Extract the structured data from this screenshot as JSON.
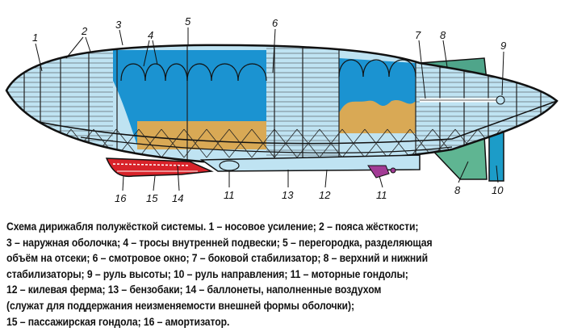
{
  "diagram": {
    "title": "Airship of semi-rigid system",
    "labels": [
      "1",
      "2",
      "3",
      "4",
      "5",
      "6",
      "7",
      "8",
      "9",
      "16",
      "15",
      "14",
      "11",
      "13",
      "12",
      "11",
      "8",
      "10"
    ],
    "colors": {
      "hull": "#bfe3f2",
      "gas_cells": "#1b93d1",
      "ballonets": "#d9a955",
      "stabilizers": "#4fa58a",
      "rudder": "#1c9cc8",
      "gondola": "#d8232a",
      "motor_gondola": "#a23b95"
    }
  },
  "caption": {
    "lines": [
      "Схема дирижабля полужёсткой системы. 1 – носовое усиление; 2 – пояса жёсткости;",
      "3 – наружная оболочка; 4 – тросы внутренней подвески; 5 – перегородка, разделяющая",
      "объём на отсеки; 6 – смотровое окно; 7 – боковой стабилизатор; 8 – верхний и нижний",
      "стабилизаторы; 9 – руль высоты; 10 – руль направления; 11 – моторные гондолы;",
      "12 – килевая ферма; 13 – бензобаки; 14 – баллонеты, наполненные воздухом",
      "(служат для поддержания неизменяемости внешней формы оболочки);",
      "15 – пассажирская гондола; 16 – амортизатор."
    ]
  }
}
